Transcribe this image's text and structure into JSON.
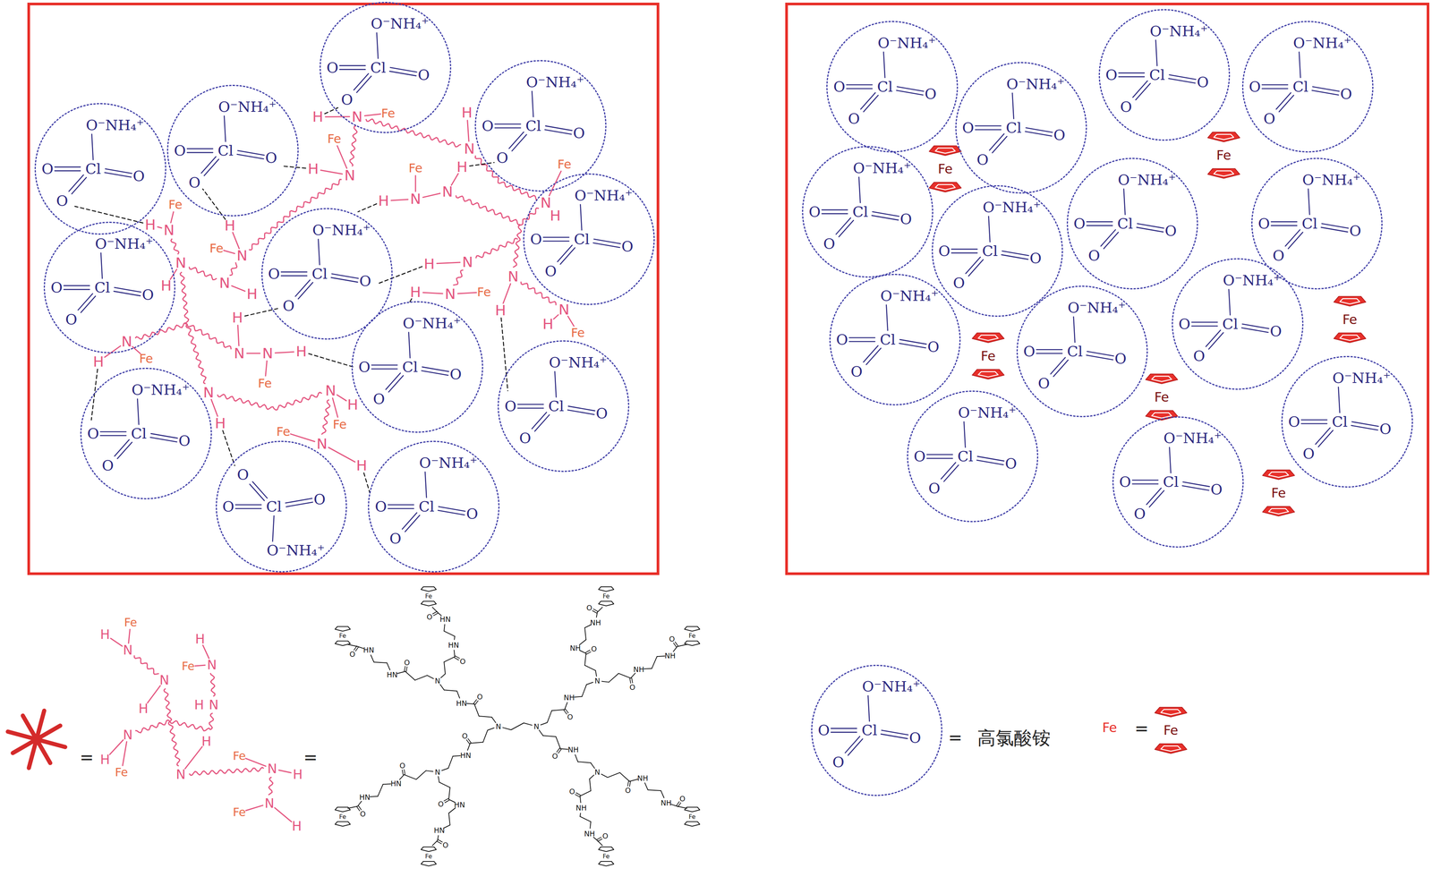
{
  "diagram": {
    "nodes": [
      {
        "text": []
      },
      {
        "text": [
          "O⁻NH₄⁺",
          "O",
          "Cl",
          "O",
          "O"
        ],
        "in": 0
      },
      {
        "text": [
          "O⁻NH₄⁺",
          "O",
          "Cl",
          "O",
          "O"
        ],
        "in": 0
      },
      {
        "text": [
          "O⁻NH₄⁺",
          "O",
          "Cl",
          "O",
          "O"
        ],
        "in": 0
      },
      {
        "text": [
          "O⁻NH₄⁺",
          "O",
          "Cl",
          "O",
          "O"
        ],
        "in": 0
      },
      {
        "text": [
          "O⁻NH₄⁺",
          "O",
          "Cl",
          "O",
          "O"
        ],
        "in": 0
      },
      {
        "text": [
          "O⁻NH₄⁺",
          "O",
          "Cl",
          "O",
          "O"
        ],
        "in": 0
      },
      {
        "text": [
          "O⁻NH₄⁺",
          "O",
          "Cl",
          "O",
          "O"
        ],
        "in": 0
      },
      {
        "text": [
          "O⁻NH₄⁺",
          "O",
          "Cl",
          "O",
          "O"
        ],
        "in": 0
      },
      {
        "text": [
          "O⁻NH₄⁺",
          "O",
          "Cl",
          "O",
          "O"
        ],
        "in": 0
      },
      {
        "text": [
          "O⁻NH₄⁺",
          "O",
          "Cl",
          "O",
          "O"
        ],
        "in": 0
      },
      {
        "text": [
          "O⁻NH₄⁺",
          "O",
          "Cl",
          "O",
          "O"
        ],
        "in": 0
      },
      {
        "text": [
          "O⁻NH₄⁺",
          "O",
          "Cl",
          "O",
          "O"
        ],
        "in": 0
      },
      {
        "text": []
      },
      {
        "text": [
          "O⁻NH₄⁺",
          "O",
          "Cl",
          "O",
          "O"
        ],
        "in": 13
      },
      {
        "text": [
          "O⁻NH₄⁺",
          "O",
          "Cl",
          "O",
          "O"
        ],
        "in": 13
      },
      {
        "text": [
          "O⁻NH₄⁺",
          "O",
          "Cl",
          "O",
          "O"
        ],
        "in": 13
      },
      {
        "text": [
          "O⁻NH₄⁺",
          "O",
          "Cl",
          "O",
          "O"
        ],
        "in": 13
      },
      {
        "text": [
          "O⁻NH₄⁺",
          "O",
          "Cl",
          "O",
          "O"
        ],
        "in": 13
      },
      {
        "text": [
          "O⁻NH₄⁺",
          "O",
          "Cl",
          "O",
          "O"
        ],
        "in": 13
      },
      {
        "text": [
          "O⁻NH₄⁺",
          "O",
          "Cl",
          "O",
          "O"
        ],
        "in": 13
      },
      {
        "text": [
          "O⁻NH₄⁺",
          "O",
          "Cl",
          "O",
          "O"
        ],
        "in": 13
      },
      {
        "text": [
          "O⁻NH₄⁺",
          "O",
          "Cl",
          "O",
          "O"
        ],
        "in": 13
      },
      {
        "text": [
          "O⁻NH₄⁺",
          "O",
          "Cl",
          "O",
          "O"
        ],
        "in": 13
      },
      {
        "text": [
          "O⁻NH₄⁺",
          "O",
          "Cl",
          "O",
          "O"
        ],
        "in": 13
      },
      {
        "text": [
          "O⁻NH₄⁺",
          "O",
          "Cl",
          "O",
          "O"
        ],
        "in": 13
      },
      {
        "text": [
          "O⁻NH₄⁺",
          "O",
          "Cl",
          "O",
          "O"
        ],
        "in": 13
      },
      {
        "text": [
          "O⁻NH₄⁺",
          "O",
          "Cl",
          "O",
          "O"
        ],
        "in": 13
      },
      {
        "text": [
          "O⁻NH₄⁺",
          "O",
          "Cl",
          "O",
          "O"
        ]
      }
    ],
    "labels": [
      "H",
      "N",
      "Fe",
      "Fe",
      "H",
      "N",
      "H",
      "N",
      "H",
      "Fe",
      "H",
      "N",
      "N",
      "Fe",
      "N",
      "H",
      "Fe",
      "H",
      "N",
      "H",
      "Fe",
      "N",
      "N",
      "H",
      "N",
      "H",
      "N",
      "H",
      "N",
      "H",
      "N",
      "Fe",
      "H",
      "N",
      "H",
      "Fe",
      "H",
      "N",
      "N",
      "H",
      "Fe",
      "N",
      "H",
      "Fe",
      "N",
      "H",
      "N",
      "H",
      "Fe",
      "Fe",
      "N",
      "H",
      "Fe",
      "Fe",
      "Fe",
      "Fe",
      "Fe",
      "Fe",
      "=",
      "H",
      "Fe",
      "N",
      "N",
      "H",
      "H",
      "Fe",
      "N",
      "H",
      "N",
      "N",
      "H",
      "Fe",
      "H",
      "N",
      "Fe",
      "N",
      "H",
      "Fe",
      "N",
      "H",
      "=",
      "N",
      "N",
      "O",
      "HN",
      "N",
      "O",
      "HN",
      "HN",
      "O",
      "Fe",
      "O",
      "HN",
      "HN",
      "O",
      "Fe",
      "O",
      "NH",
      "N",
      "O",
      "NH",
      "NH",
      "O",
      "Fe",
      "O",
      "NH",
      "NH",
      "O",
      "Fe",
      "O",
      "HN",
      "N",
      "O",
      "HN",
      "HN",
      "O",
      "Fe",
      "O",
      "HN",
      "HN",
      "O",
      "Fe",
      "O",
      "NH",
      "N",
      "O",
      "NH",
      "NH",
      "O",
      "Fe",
      "O",
      "NH",
      "NH",
      "O",
      "Fe",
      "=",
      "Fe",
      "=",
      "Fe"
    ],
    "legend": [
      {
        "text": "高氯酸铵"
      }
    ]
  }
}
